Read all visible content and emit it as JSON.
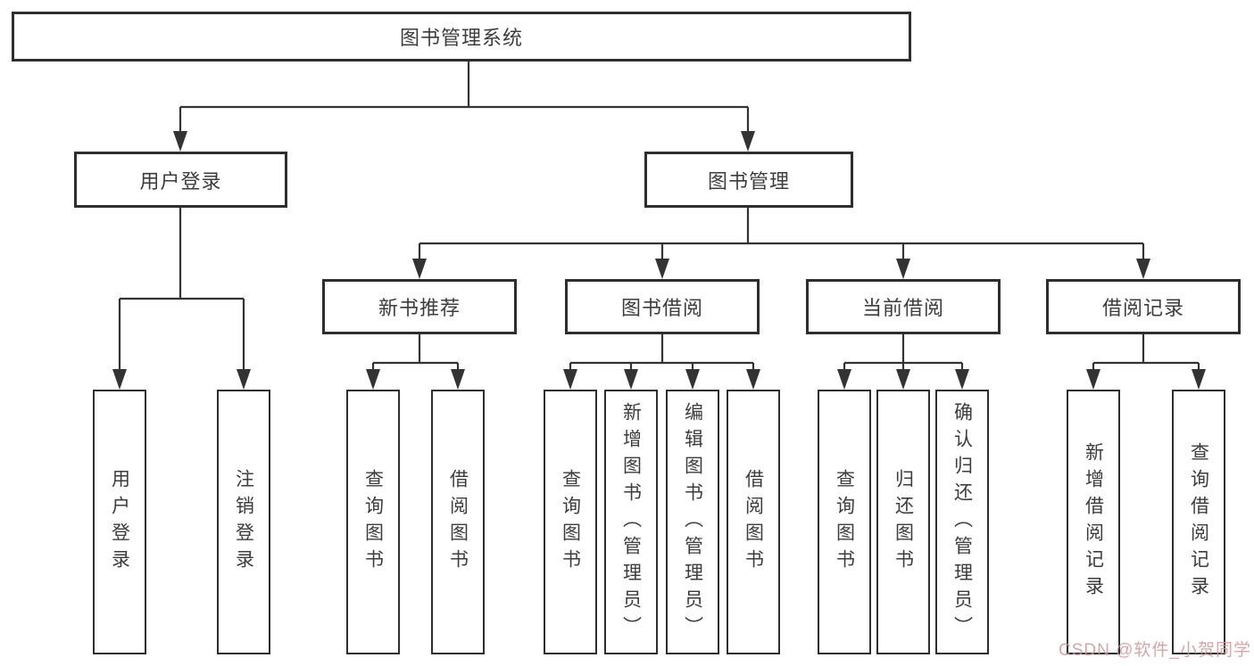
{
  "diagram": {
    "title": "图书管理系统",
    "root": {
      "label": "图书管理系统"
    },
    "level2": {
      "user_login_group": {
        "label": "用户登录"
      },
      "book_management": {
        "label": "图书管理"
      }
    },
    "level3": {
      "new_book_recommend": {
        "label": "新书推荐"
      },
      "book_borrow": {
        "label": "图书借阅"
      },
      "current_borrow": {
        "label": "当前借阅"
      },
      "borrow_record": {
        "label": "借阅记录"
      }
    },
    "leaves": {
      "user_login": {
        "label": "用户登录"
      },
      "logout_login": {
        "label": "注销登录"
      },
      "recommend_query_book": {
        "label": "查询图书"
      },
      "recommend_borrow_book": {
        "label": "借阅图书"
      },
      "borrow_query_book": {
        "label": "查询图书"
      },
      "borrow_add_book": {
        "label": "新增图书（管理员）"
      },
      "borrow_edit_book": {
        "label": "编辑图书（管理员）"
      },
      "borrow_borrow_book": {
        "label": "借阅图书"
      },
      "current_query_book": {
        "label": "查询图书"
      },
      "current_return_book": {
        "label": "归还图书"
      },
      "current_confirm_return": {
        "label": "确认归还（管理员）"
      },
      "record_add": {
        "label": "新增借阅记录"
      },
      "record_query": {
        "label": "查询借阅记录"
      }
    }
  },
  "watermark": {
    "text": "CSDN @软件_小贺同学"
  },
  "colors": {
    "line": "#333333",
    "box_border": "#2e2e2e",
    "text": "#3c3c3c",
    "watermark": "#c99898",
    "background": "#ffffff"
  }
}
